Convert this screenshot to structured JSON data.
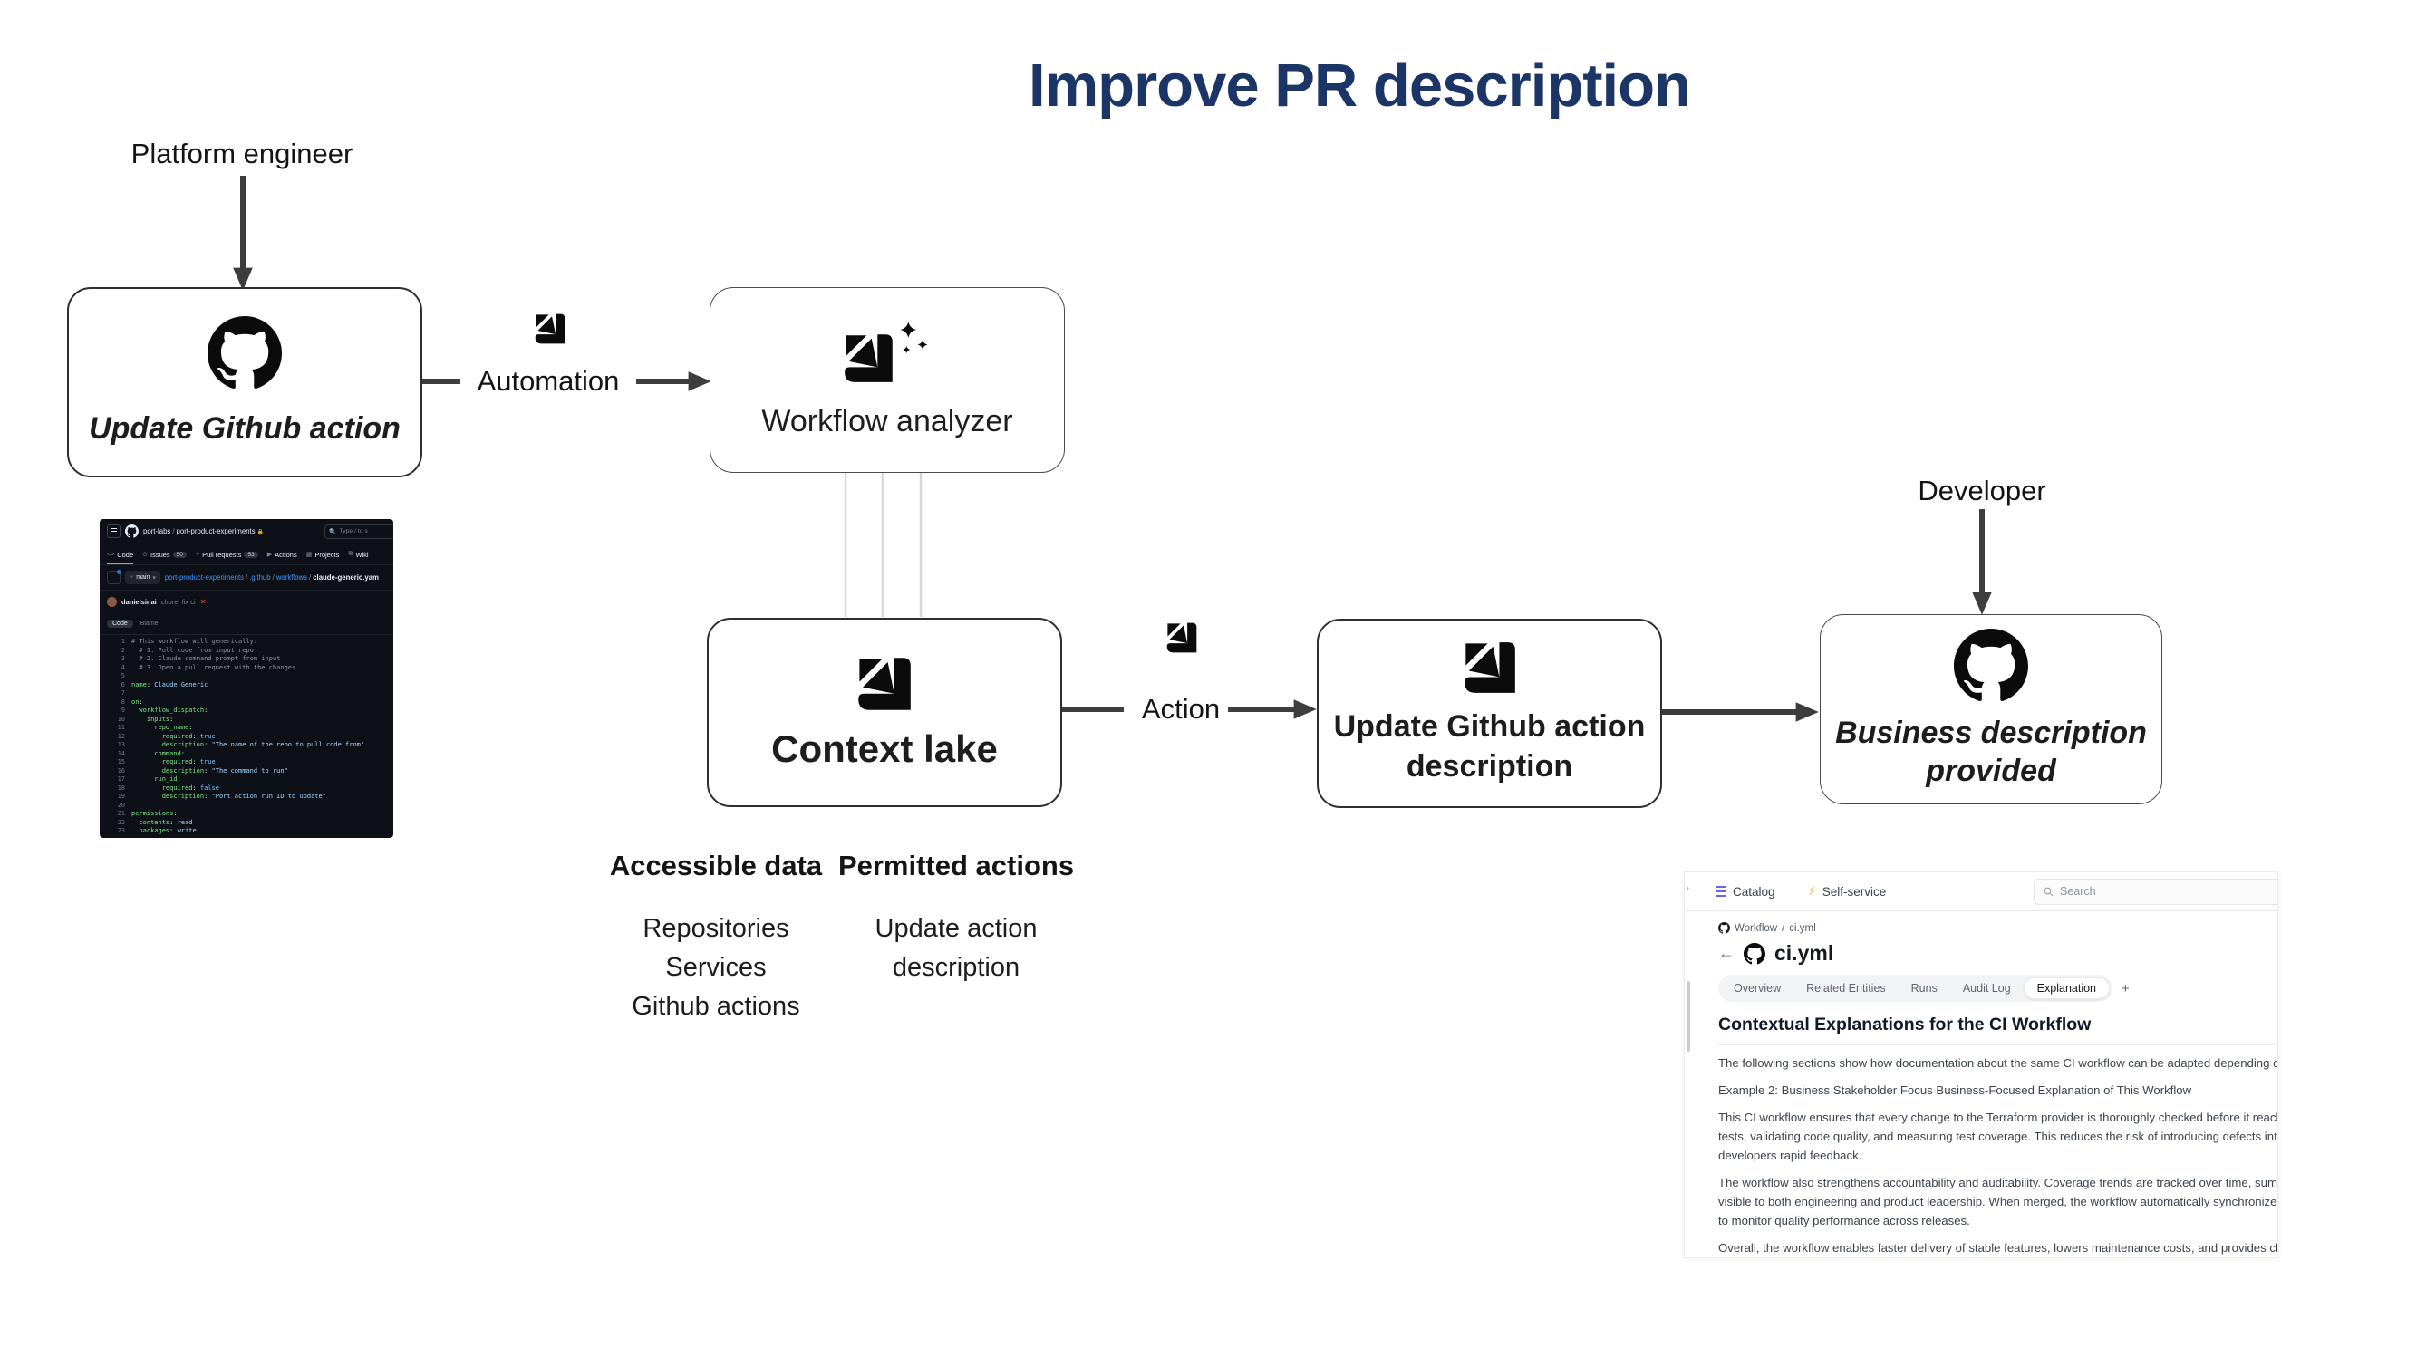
{
  "title": "Improve PR description",
  "colors": {
    "title_navy": "#1b3666",
    "arrow_gray": "#3d3d3d",
    "light_connector": "#d8d8d8",
    "github_bg": "#0d1117",
    "github_link_blue": "#4493f8",
    "yaml_key_green": "#7ee787",
    "yaml_string_blue": "#a5d6ff",
    "comment_gray": "#8b949e",
    "port_indigo": "#6366f1",
    "bolt_amber": "#f5a623",
    "error_red": "#f85149",
    "tab_underline_orange": "#f78166"
  },
  "labels": {
    "platform_engineer": "Platform engineer",
    "developer": "Developer",
    "automation": "Automation",
    "action": "Action"
  },
  "nodes": {
    "update_github_action": "Update Github action",
    "workflow_analyzer": "Workflow analyzer",
    "context_lake": "Context lake",
    "update_description_line1": "Update Github action",
    "update_description_line2": "description",
    "business_description_line1": "Business description",
    "business_description_line2": "provided"
  },
  "lists": {
    "accessible_data": {
      "heading": "Accessible data",
      "items": [
        "Repositories",
        "Services",
        "Github actions"
      ]
    },
    "permitted_actions": {
      "heading": "Permitted actions",
      "items": [
        "Update action",
        "description"
      ]
    }
  },
  "github_screenshot": {
    "org": "port-labs",
    "separator": "/",
    "repo": "port-product-experiments",
    "search_placeholder": "Type / to s",
    "nav_tabs": [
      {
        "label": "Code"
      },
      {
        "label": "Issues",
        "count": "50"
      },
      {
        "label": "Pull requests",
        "count": "53"
      },
      {
        "label": "Actions"
      },
      {
        "label": "Projects"
      },
      {
        "label": "Wiki"
      }
    ],
    "branch": "main",
    "breadcrumb": {
      "repo": "port-product-experiments",
      "dir1": ".github",
      "dir2": "workflows",
      "file": "claude-generic.yam"
    },
    "commit_author": "danielsinai",
    "commit_message": "chore: fix ci",
    "file_tabs": [
      {
        "label": "Code"
      },
      {
        "label": "Blame"
      }
    ],
    "code_lines": [
      "# This workflow will generically:",
      "  # 1. Pull code from input repo",
      "  # 2. Claude command prompt from input",
      "  # 3. Open a pull request with the changes",
      "",
      "name: Claude Generic",
      "",
      "on:",
      "  workflow_dispatch:",
      "    inputs:",
      "      repo_name:",
      "        required: true",
      "        description: \"The name of the repo to pull code from\"",
      "      command:",
      "        required: true",
      "        description: \"The command to run\"",
      "      run_id:",
      "        required: false",
      "        description: \"Port action run ID to update\"",
      "",
      "permissions:",
      "  contents: read",
      "  packages: write"
    ]
  },
  "port_screenshot": {
    "nav": {
      "catalog": "Catalog",
      "self_service": "Self-service",
      "search": "Search"
    },
    "breadcrumb": {
      "parent": "Workflow",
      "separator": "/",
      "file": "ci.yml"
    },
    "back_arrow": "←",
    "page_title": "ci.yml",
    "tabs": [
      {
        "label": "Overview"
      },
      {
        "label": "Related Entities"
      },
      {
        "label": "Runs"
      },
      {
        "label": "Audit Log"
      },
      {
        "label": "Explanation"
      }
    ],
    "plus_tab": "+",
    "heading": "Contextual Explanations for the CI Workflow",
    "paragraphs": [
      [
        "The following sections show how documentation about the same CI workflow can be adapted depending on the"
      ],
      [
        "Example 2: Business Stakeholder Focus Business-Focused Explanation of This Workflow"
      ],
      [
        "This CI workflow ensures that every change to the Terraform provider is thoroughly checked before it reaches pr",
        "tests, validating code quality, and measuring test coverage. This reduces the risk of introducing defects into the",
        "developers rapid feedback."
      ],
      [
        "The workflow also strengthens accountability and auditability. Coverage trends are tracked over time, summaries",
        "visible to both engineering and product leadership. When merged, the workflow automatically synchronizes code",
        "to monitor quality performance across releases."
      ],
      [
        "Overall, the workflow enables faster delivery of stable features, lowers maintenance costs, and provides clear visi"
      ]
    ]
  }
}
